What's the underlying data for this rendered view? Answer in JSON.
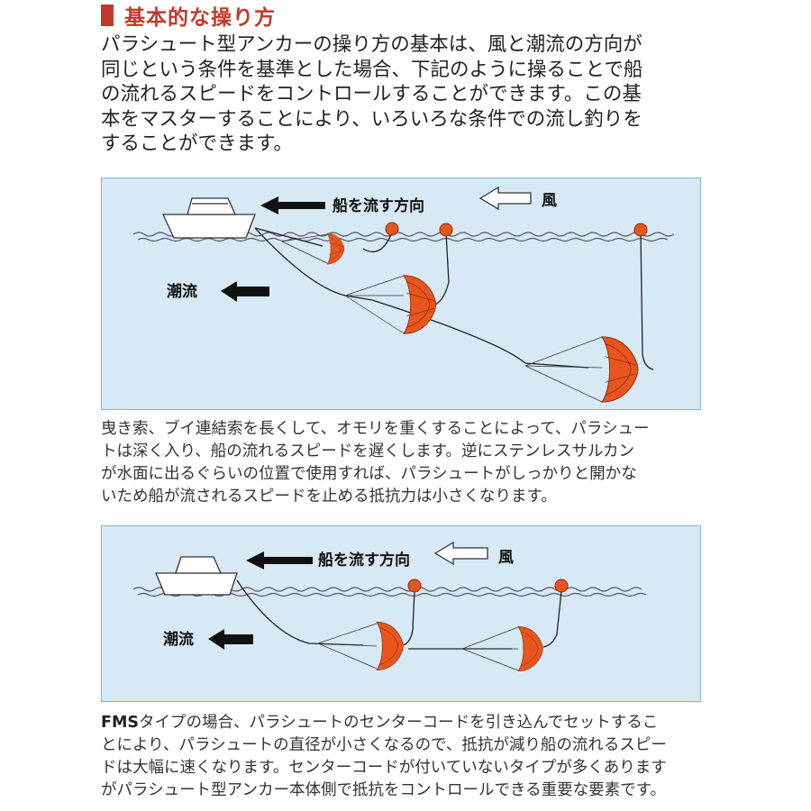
{
  "heading": {
    "title": "基本的な操り方"
  },
  "intro": {
    "lines": [
      "パラシュート型アンカーの操り方の基本は、風と潮流の方向が",
      "同じという条件を基準とした場合、下記のように操ることで船",
      "の流れるスピードをコントロールすることができます。この基",
      "本をマスターすることにより、いろいろな条件での流し釣りを",
      "することができます。"
    ]
  },
  "diagram1": {
    "boat_direction": "船を流す方向",
    "wind": "風",
    "current": "潮流"
  },
  "caption1": {
    "lines": [
      "曳き索、ブイ連結索を長くして、オモリを重くすることによって、パラシュー",
      "トは深く入り、船の流れるスピードを遅くします。逆にステンレスサルカン",
      "が水面に出るぐらいの位置で使用すれば、パラシュートがしっかりと開かな",
      "いため船が流されるスピードを止める抵抗力は小さくなります。"
    ]
  },
  "diagram2": {
    "boat_direction": "船を流す方向",
    "wind": "風",
    "current": "潮流"
  },
  "caption2": {
    "prefix": "FMS",
    "lines": [
      "タイプの場合、パラシュートのセンターコードを引き込んでセットするこ",
      "とにより、パラシュートの直径が小さくなるので、抵抗が減り船の流れるスピー",
      "ドは大幅に速くなります。センターコードが付いていないタイプが多くあります",
      "がパラシュート型アンカー本体側で抵抗をコントロールできる重要な要素です。"
    ]
  },
  "colors": {
    "accent": "#c0392b",
    "water": "#d7e9f4",
    "parachute": "#e8561e"
  }
}
